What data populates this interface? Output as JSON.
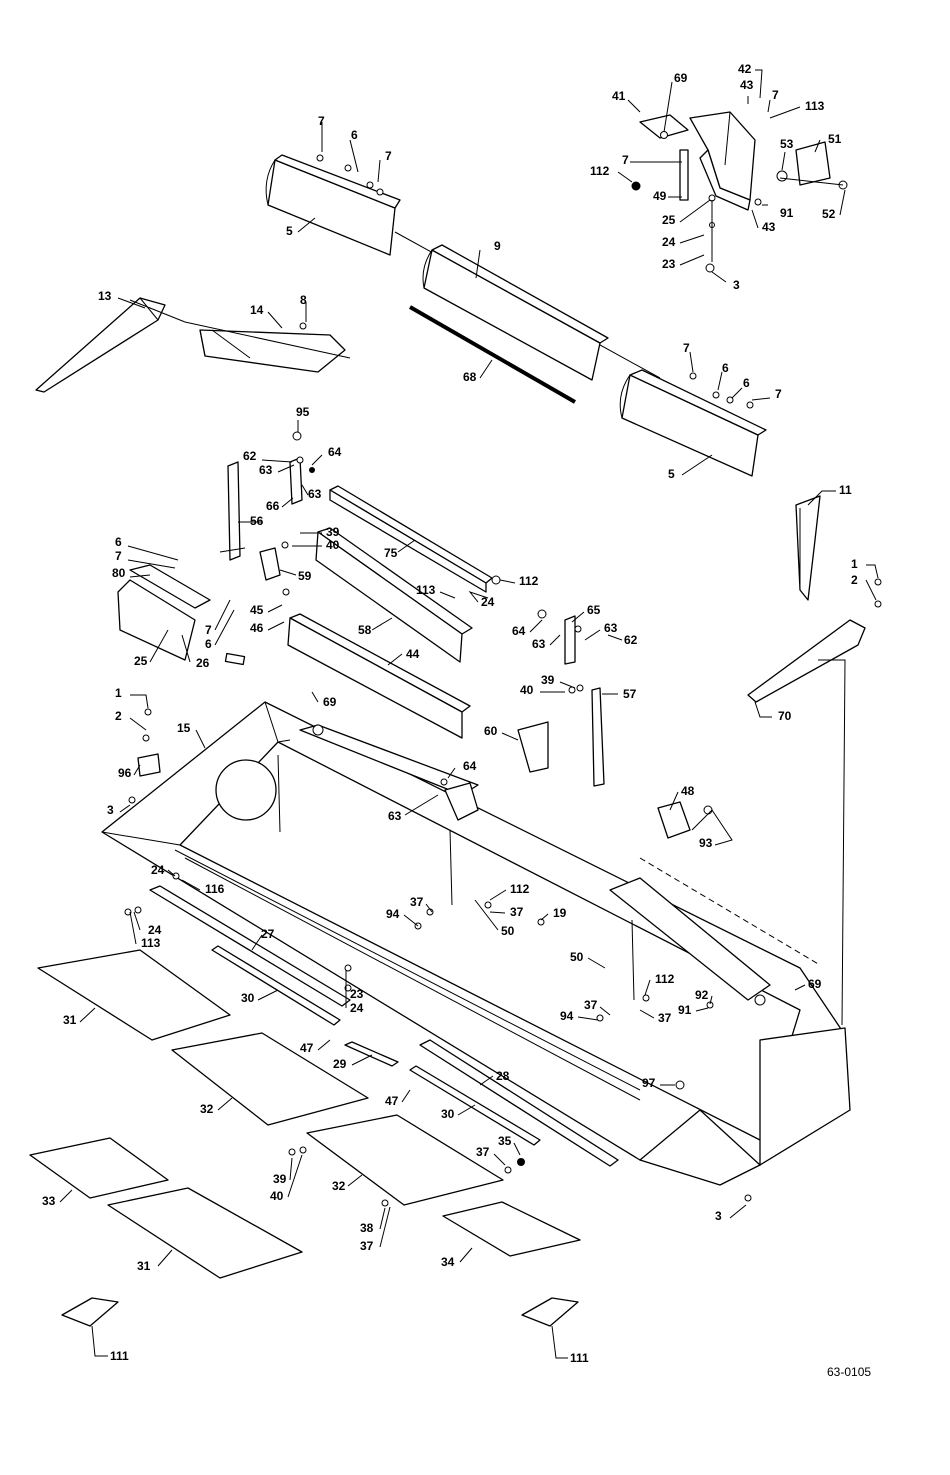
{
  "drawing": {
    "document_number": "63-0105",
    "callouts": {
      "c42": "42",
      "c43a": "43",
      "c7a": "7",
      "c113a": "113",
      "c69a": "69",
      "c41": "41",
      "c53": "53",
      "c51": "51",
      "c112a": "112",
      "c7b": "7",
      "c49": "49",
      "c91a": "91",
      "c43b": "43",
      "c52": "52",
      "c25a": "25",
      "c24a": "24",
      "c23a": "23",
      "c3a": "3",
      "c7c": "7",
      "c6a": "6",
      "c7d": "7",
      "c5a": "5",
      "c9": "9",
      "c13": "13",
      "c14": "14",
      "c8": "8",
      "c68": "68",
      "c7e": "7",
      "c6b": "6",
      "c6c": "6",
      "c7f": "7",
      "c5b": "5",
      "c95": "95",
      "c62a": "62",
      "c64a": "64",
      "c63a": "63",
      "c66": "66",
      "c63b": "63",
      "c56": "56",
      "c39a": "39",
      "c40a": "40",
      "c75": "75",
      "c6d": "6",
      "c7g": "7",
      "c80": "80",
      "c59": "59",
      "c113b": "113",
      "c112b": "112",
      "c24b": "24",
      "c45": "45",
      "c46": "46",
      "c7h": "7",
      "c6e": "6",
      "c58": "58",
      "c65": "65",
      "c64b": "64",
      "c63c": "63",
      "c63d": "63",
      "c62b": "62",
      "c25b": "25",
      "c26": "26",
      "c44": "44",
      "c11": "11",
      "c1a": "1",
      "c2a": "2",
      "c69b": "69",
      "c39b": "39",
      "c40b": "40",
      "c57": "57",
      "c70": "70",
      "c1b": "1",
      "c2b": "2",
      "c15": "15",
      "c60": "60",
      "c64c": "64",
      "c63e": "63",
      "c96": "96",
      "c3b": "3",
      "c48": "48",
      "c93": "93",
      "c24c": "24",
      "c116": "116",
      "c112c": "112",
      "c37a": "37",
      "c37b": "37",
      "c94a": "94",
      "c19": "19",
      "c50a": "50",
      "c24d": "24",
      "c113c": "113",
      "c27": "27",
      "c50b": "50",
      "c23b": "23",
      "c24e": "24",
      "c30a": "30",
      "c31a": "31",
      "c112d": "112",
      "c69c": "69",
      "c92": "92",
      "c91b": "91",
      "c37c": "37",
      "c94b": "94",
      "c37d": "37",
      "c47a": "47",
      "c29": "29",
      "c28": "28",
      "c32a": "32",
      "c97": "97",
      "c47b": "47",
      "c30b": "30",
      "c35": "35",
      "c37e": "37",
      "c39c": "39",
      "c40c": "40",
      "c32b": "32",
      "c33": "33",
      "c38": "38",
      "c37f": "37",
      "c3c": "3",
      "c31b": "31",
      "c34": "34",
      "c111a": "111",
      "c111b": "111"
    }
  }
}
